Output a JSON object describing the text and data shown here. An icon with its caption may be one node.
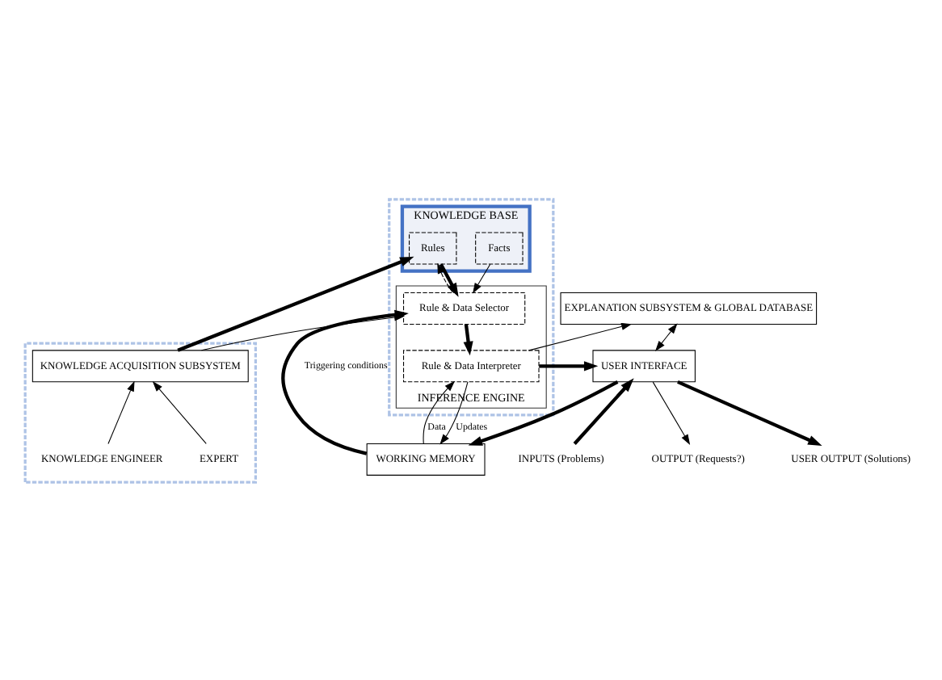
{
  "diagram": {
    "nodes": [
      {
        "text": [],
        "shape": "box"
      },
      {
        "text": [
          "KNOWLEDGE BASE"
        ],
        "in": 0
      },
      {
        "text": [
          "Rules"
        ],
        "in": 1
      },
      {
        "text": [
          "Facts"
        ],
        "in": 1
      },
      {
        "text": [
          "INFERENCE ENGINE"
        ],
        "in": 0
      },
      {
        "text": [
          "Rule & Data Selector"
        ],
        "in": 4
      },
      {
        "text": [
          "Rule & Data Interpreter"
        ],
        "in": 4
      },
      {
        "text": [
          "EXPLANATION SUBSYSTEM & GLOBAL DATABASE"
        ]
      },
      {
        "text": [
          "WORKING MEMORY"
        ]
      },
      {
        "text": [],
        "shape": "box"
      },
      {
        "text": [
          "KNOWLEDGE ACQUISITION SUBSYSTEM"
        ],
        "in": 9
      },
      {
        "text": [
          "EXPERT"
        ],
        "in": 9
      },
      {
        "text": [
          "KNOWLEDGE ENGINEER"
        ],
        "in": 9
      },
      {
        "text": [
          "USER INTERFACE"
        ]
      },
      {
        "text": [
          "INPUTS (Problems)"
        ]
      },
      {
        "text": [
          "OUTPUT (Requests?)"
        ]
      },
      {
        "text": [
          "USER OUTPUT (Solutions)"
        ]
      }
    ],
    "edges": [
      {
        "from": 2,
        "to": 5,
        "arrow": "to",
        "style": "thick"
      },
      {
        "from": 3,
        "to": 5,
        "arrow": "to"
      },
      {
        "from": 5,
        "to": 2,
        "arrow": "to",
        "style": "dashed"
      },
      {
        "from": 5,
        "to": 6,
        "arrow": "to",
        "style": "thick"
      },
      {
        "from": 10,
        "to": 1,
        "arrow": "to",
        "style": "thick"
      },
      {
        "from": 10,
        "to": 5,
        "arrow": "to"
      },
      {
        "from": 6,
        "to": 7,
        "arrow": "to"
      },
      {
        "from": 8,
        "to": 5,
        "arrow": "to",
        "label": "Triggering conditions",
        "style": "thick"
      },
      {
        "from": 8,
        "to": 6,
        "arrow": "to",
        "label": "Data"
      },
      {
        "from": 6,
        "to": 8,
        "arrow": "to",
        "label": "Updates"
      },
      {
        "from": 6,
        "to": 13,
        "arrow": "to",
        "style": "thick"
      },
      {
        "from": 13,
        "to": 8,
        "arrow": "to",
        "style": "thick"
      },
      {
        "from": 7,
        "to": 13,
        "arrow": "both"
      },
      {
        "from": 13,
        "to": 16,
        "arrow": "to",
        "style": "thick"
      },
      {
        "from": 13,
        "to": 15,
        "arrow": "to"
      },
      {
        "from": 14,
        "to": 13,
        "arrow": "to",
        "style": "thick"
      },
      {
        "from": 11,
        "to": 10,
        "arrow": "to"
      },
      {
        "from": 12,
        "to": 10,
        "arrow": "to"
      }
    ]
  }
}
